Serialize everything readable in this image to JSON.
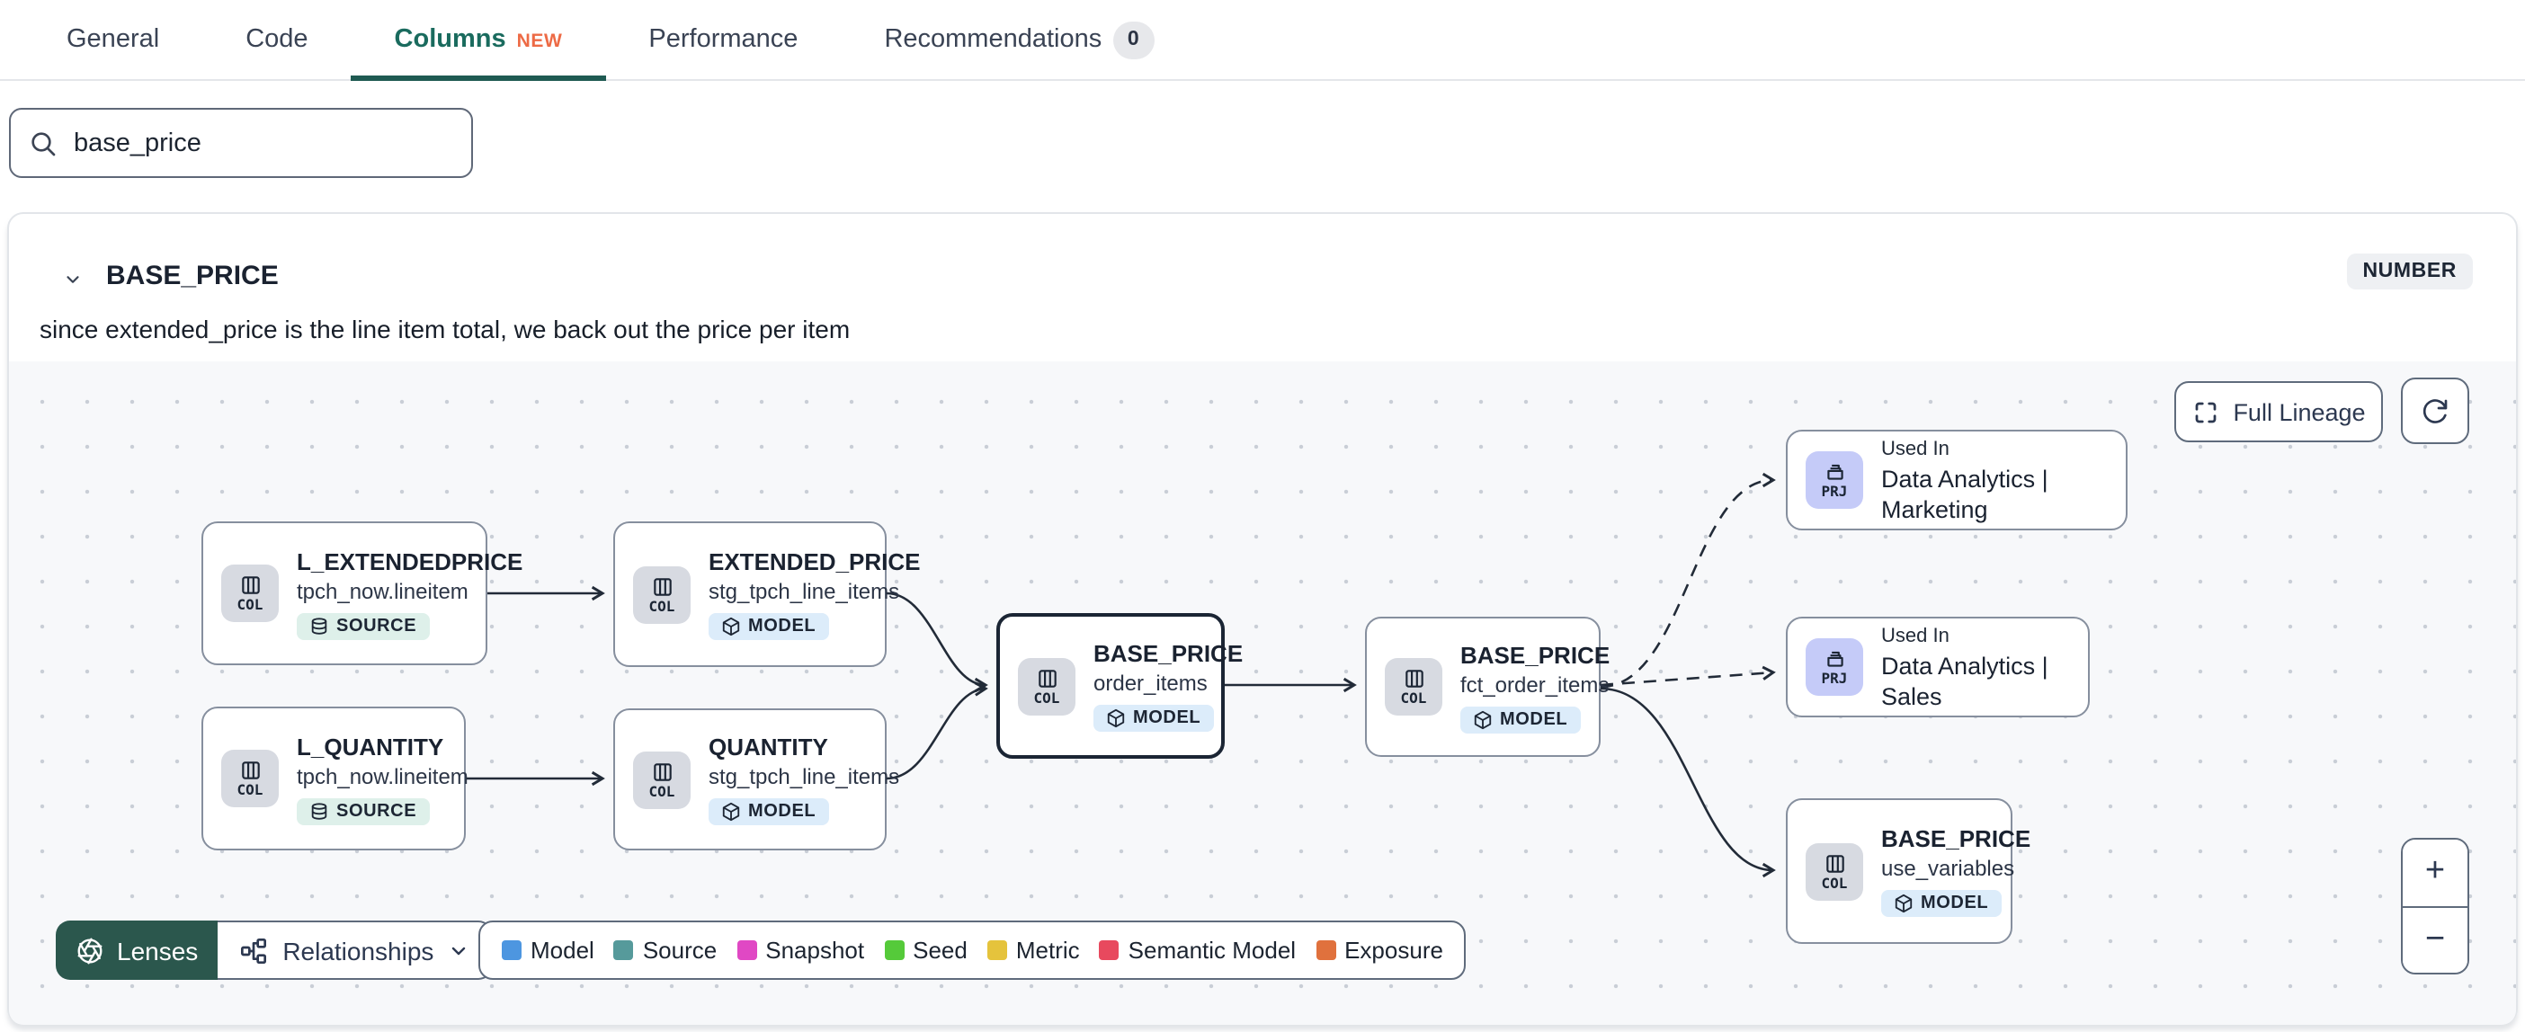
{
  "tabs": [
    {
      "label": "General"
    },
    {
      "label": "Code"
    },
    {
      "label": "Columns",
      "badge": "NEW"
    },
    {
      "label": "Performance"
    },
    {
      "label": "Recommendations",
      "count": "0"
    }
  ],
  "search": {
    "value": "base_price"
  },
  "column_panel": {
    "name": "BASE_PRICE",
    "type_badge": "NUMBER",
    "description": "since extended_price is the line item total, we back out the price per item"
  },
  "lineage": {
    "toolbar": {
      "full_lineage_label": "Full Lineage"
    },
    "zoom": {
      "in": "+",
      "out": "−"
    },
    "lenses_label": "Lenses",
    "relationships_label": "Relationships",
    "icon_labels": {
      "col": "COL",
      "prj": "PRJ"
    },
    "badges": {
      "source": "SOURCE",
      "model": "MODEL"
    },
    "nodes": [
      {
        "kind": "COL",
        "title": "L_EXTENDEDPRICE",
        "subtitle": "tpch_now.lineitem",
        "badge": "SOURCE"
      },
      {
        "kind": "COL",
        "title": "EXTENDED_PRICE",
        "subtitle": "stg_tpch_line_items",
        "badge": "MODEL"
      },
      {
        "kind": "COL",
        "title": "L_QUANTITY",
        "subtitle": "tpch_now.lineitem",
        "badge": "SOURCE"
      },
      {
        "kind": "COL",
        "title": "QUANTITY",
        "subtitle": "stg_tpch_line_items",
        "badge": "MODEL"
      },
      {
        "kind": "COL",
        "title": "BASE_PRICE",
        "subtitle": "order_items",
        "badge": "MODEL",
        "selected": true
      },
      {
        "kind": "COL",
        "title": "BASE_PRICE",
        "subtitle": "fct_order_items",
        "badge": "MODEL"
      },
      {
        "kind": "PRJ",
        "title": "Used In",
        "subtitle": "Data Analytics | Marketing"
      },
      {
        "kind": "PRJ",
        "title": "Used In",
        "subtitle": "Data Analytics | Sales"
      },
      {
        "kind": "COL",
        "title": "BASE_PRICE",
        "subtitle": "use_variables",
        "badge": "MODEL"
      }
    ],
    "legend": [
      {
        "label": "Model",
        "color": "#4d96e0"
      },
      {
        "label": "Source",
        "color": "#569a9b"
      },
      {
        "label": "Snapshot",
        "color": "#e048c4"
      },
      {
        "label": "Seed",
        "color": "#55ca3a"
      },
      {
        "label": "Metric",
        "color": "#e5c33c"
      },
      {
        "label": "Semantic Model",
        "color": "#e8495e"
      },
      {
        "label": "Exposure",
        "color": "#e0713d"
      }
    ]
  },
  "colors": {
    "active_tab": "#1f5a52",
    "new_badge": "#ed6a45",
    "lenses_button": "#2b574d",
    "source_badge_bg": "#def0ea",
    "model_badge_bg": "#dcecfa",
    "col_icon_bg": "#d7dae1",
    "prj_icon_bg": "#c5cbf8"
  }
}
